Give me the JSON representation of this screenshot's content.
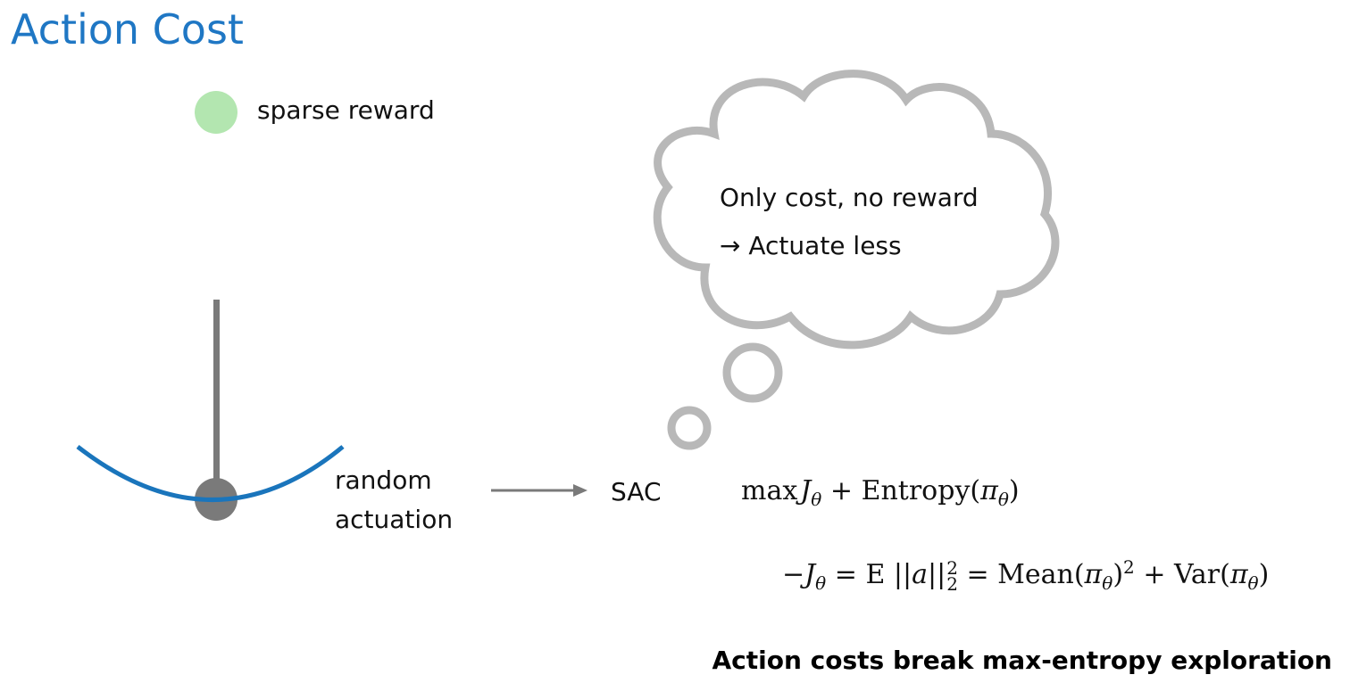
{
  "title": "Action Cost",
  "reward_label": "sparse reward",
  "actuation_label_line1": "random",
  "actuation_label_line2": "actuation",
  "sac_label": "SAC",
  "thought": {
    "line1": "Only cost, no reward",
    "line2_arrow": "→",
    "line2_text": "Actuate less"
  },
  "equation1": {
    "max": "max",
    "j": "J",
    "theta": "θ",
    "plus_entropy": "+ Entropy(",
    "pi": "π",
    "close": ")"
  },
  "equation2": {
    "neg": "−",
    "j": "J",
    "theta": "θ",
    "eq_e": "= E  ||",
    "a": "a",
    "norm_close": "||",
    "sub2": "2",
    "sup2": "2",
    "eq_mean": "= Mean(",
    "pi": "π",
    "close_sq": ")",
    "sq": "2",
    "plus_var": "+ Var(",
    "close": ")"
  },
  "conclusion": "Action costs break max-entropy exploration",
  "colors": {
    "title": "#1f77c4",
    "reward_dot": "#b3e6b0",
    "track": "#1a75bc",
    "pendulum": "#7a7a7a",
    "cloud": "#b8b8b8"
  }
}
